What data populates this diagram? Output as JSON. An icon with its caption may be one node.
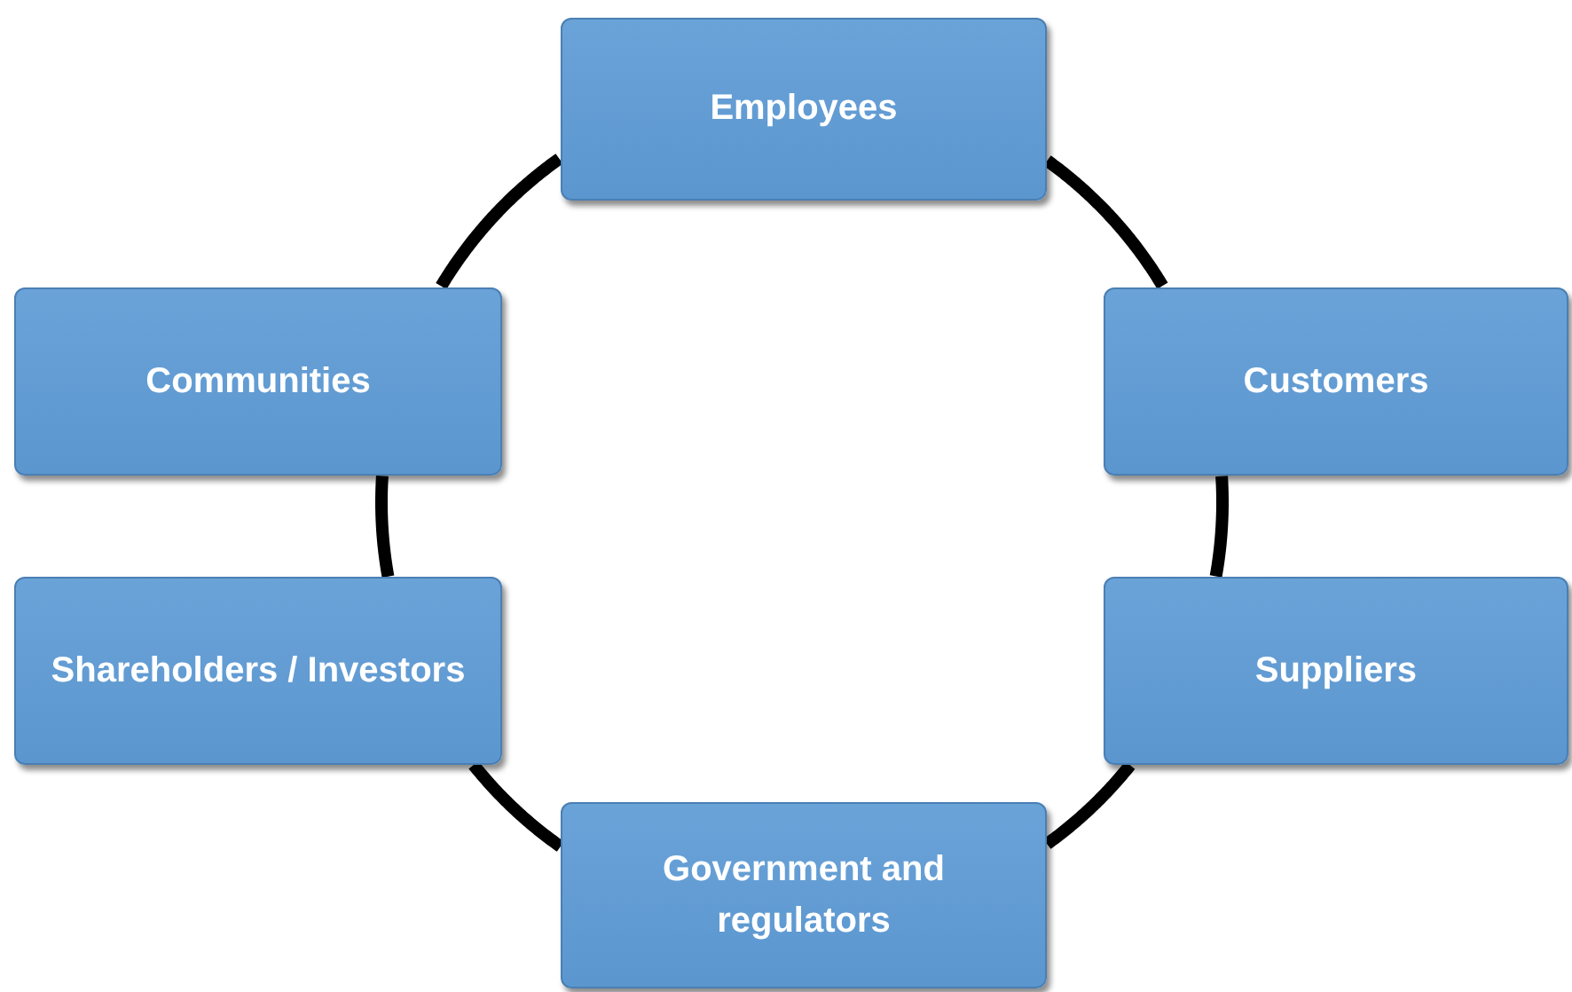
{
  "diagram": {
    "nodes": [
      {
        "text": [
          "Employees"
        ]
      },
      {
        "text": [
          "Communities"
        ]
      },
      {
        "text": [
          "Customers"
        ]
      },
      {
        "text": [
          "Shareholders / Investors"
        ]
      },
      {
        "text": [
          "Suppliers"
        ]
      },
      {
        "text": [
          "Government and regulators"
        ]
      }
    ],
    "edges": [
      {
        "from": 0,
        "to": 2,
        "arrow": "none"
      },
      {
        "from": 2,
        "to": 4,
        "arrow": "none"
      },
      {
        "from": 4,
        "to": 5,
        "arrow": "none"
      },
      {
        "from": 5,
        "to": 3,
        "arrow": "none"
      },
      {
        "from": 3,
        "to": 1,
        "arrow": "none"
      },
      {
        "from": 1,
        "to": 0,
        "arrow": "none"
      }
    ]
  }
}
